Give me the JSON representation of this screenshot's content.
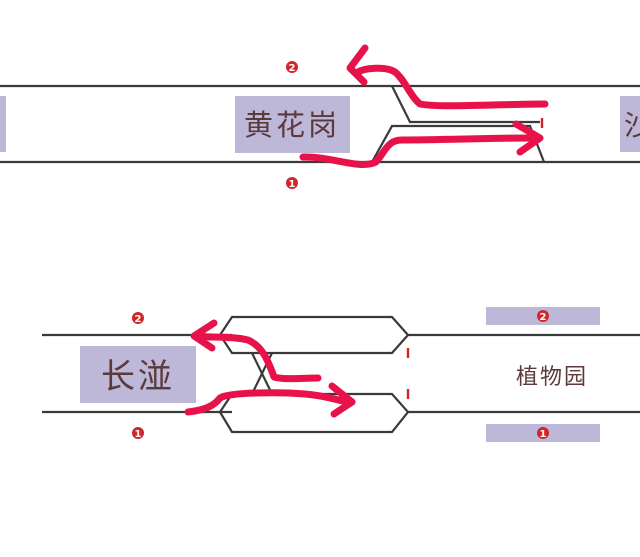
{
  "stations": {
    "huanghuagang": "黄花岗",
    "changyi": "长湴",
    "zhiwuyuan": "植物园",
    "partial_right": "沙",
    "partial_left": ""
  },
  "platform_numbers": {
    "upper_top": "2",
    "upper_bottom": "1",
    "lower_left_top": "2",
    "lower_left_bottom": "1",
    "lower_right_top": "2",
    "lower_right_bottom": "1"
  },
  "colors": {
    "track": "#3a3a3a",
    "route_arrow": "#e8124a",
    "station_box": "#bdb7d8",
    "platform_badge": "#d0262b",
    "buffer_stop": "#d0262b"
  }
}
